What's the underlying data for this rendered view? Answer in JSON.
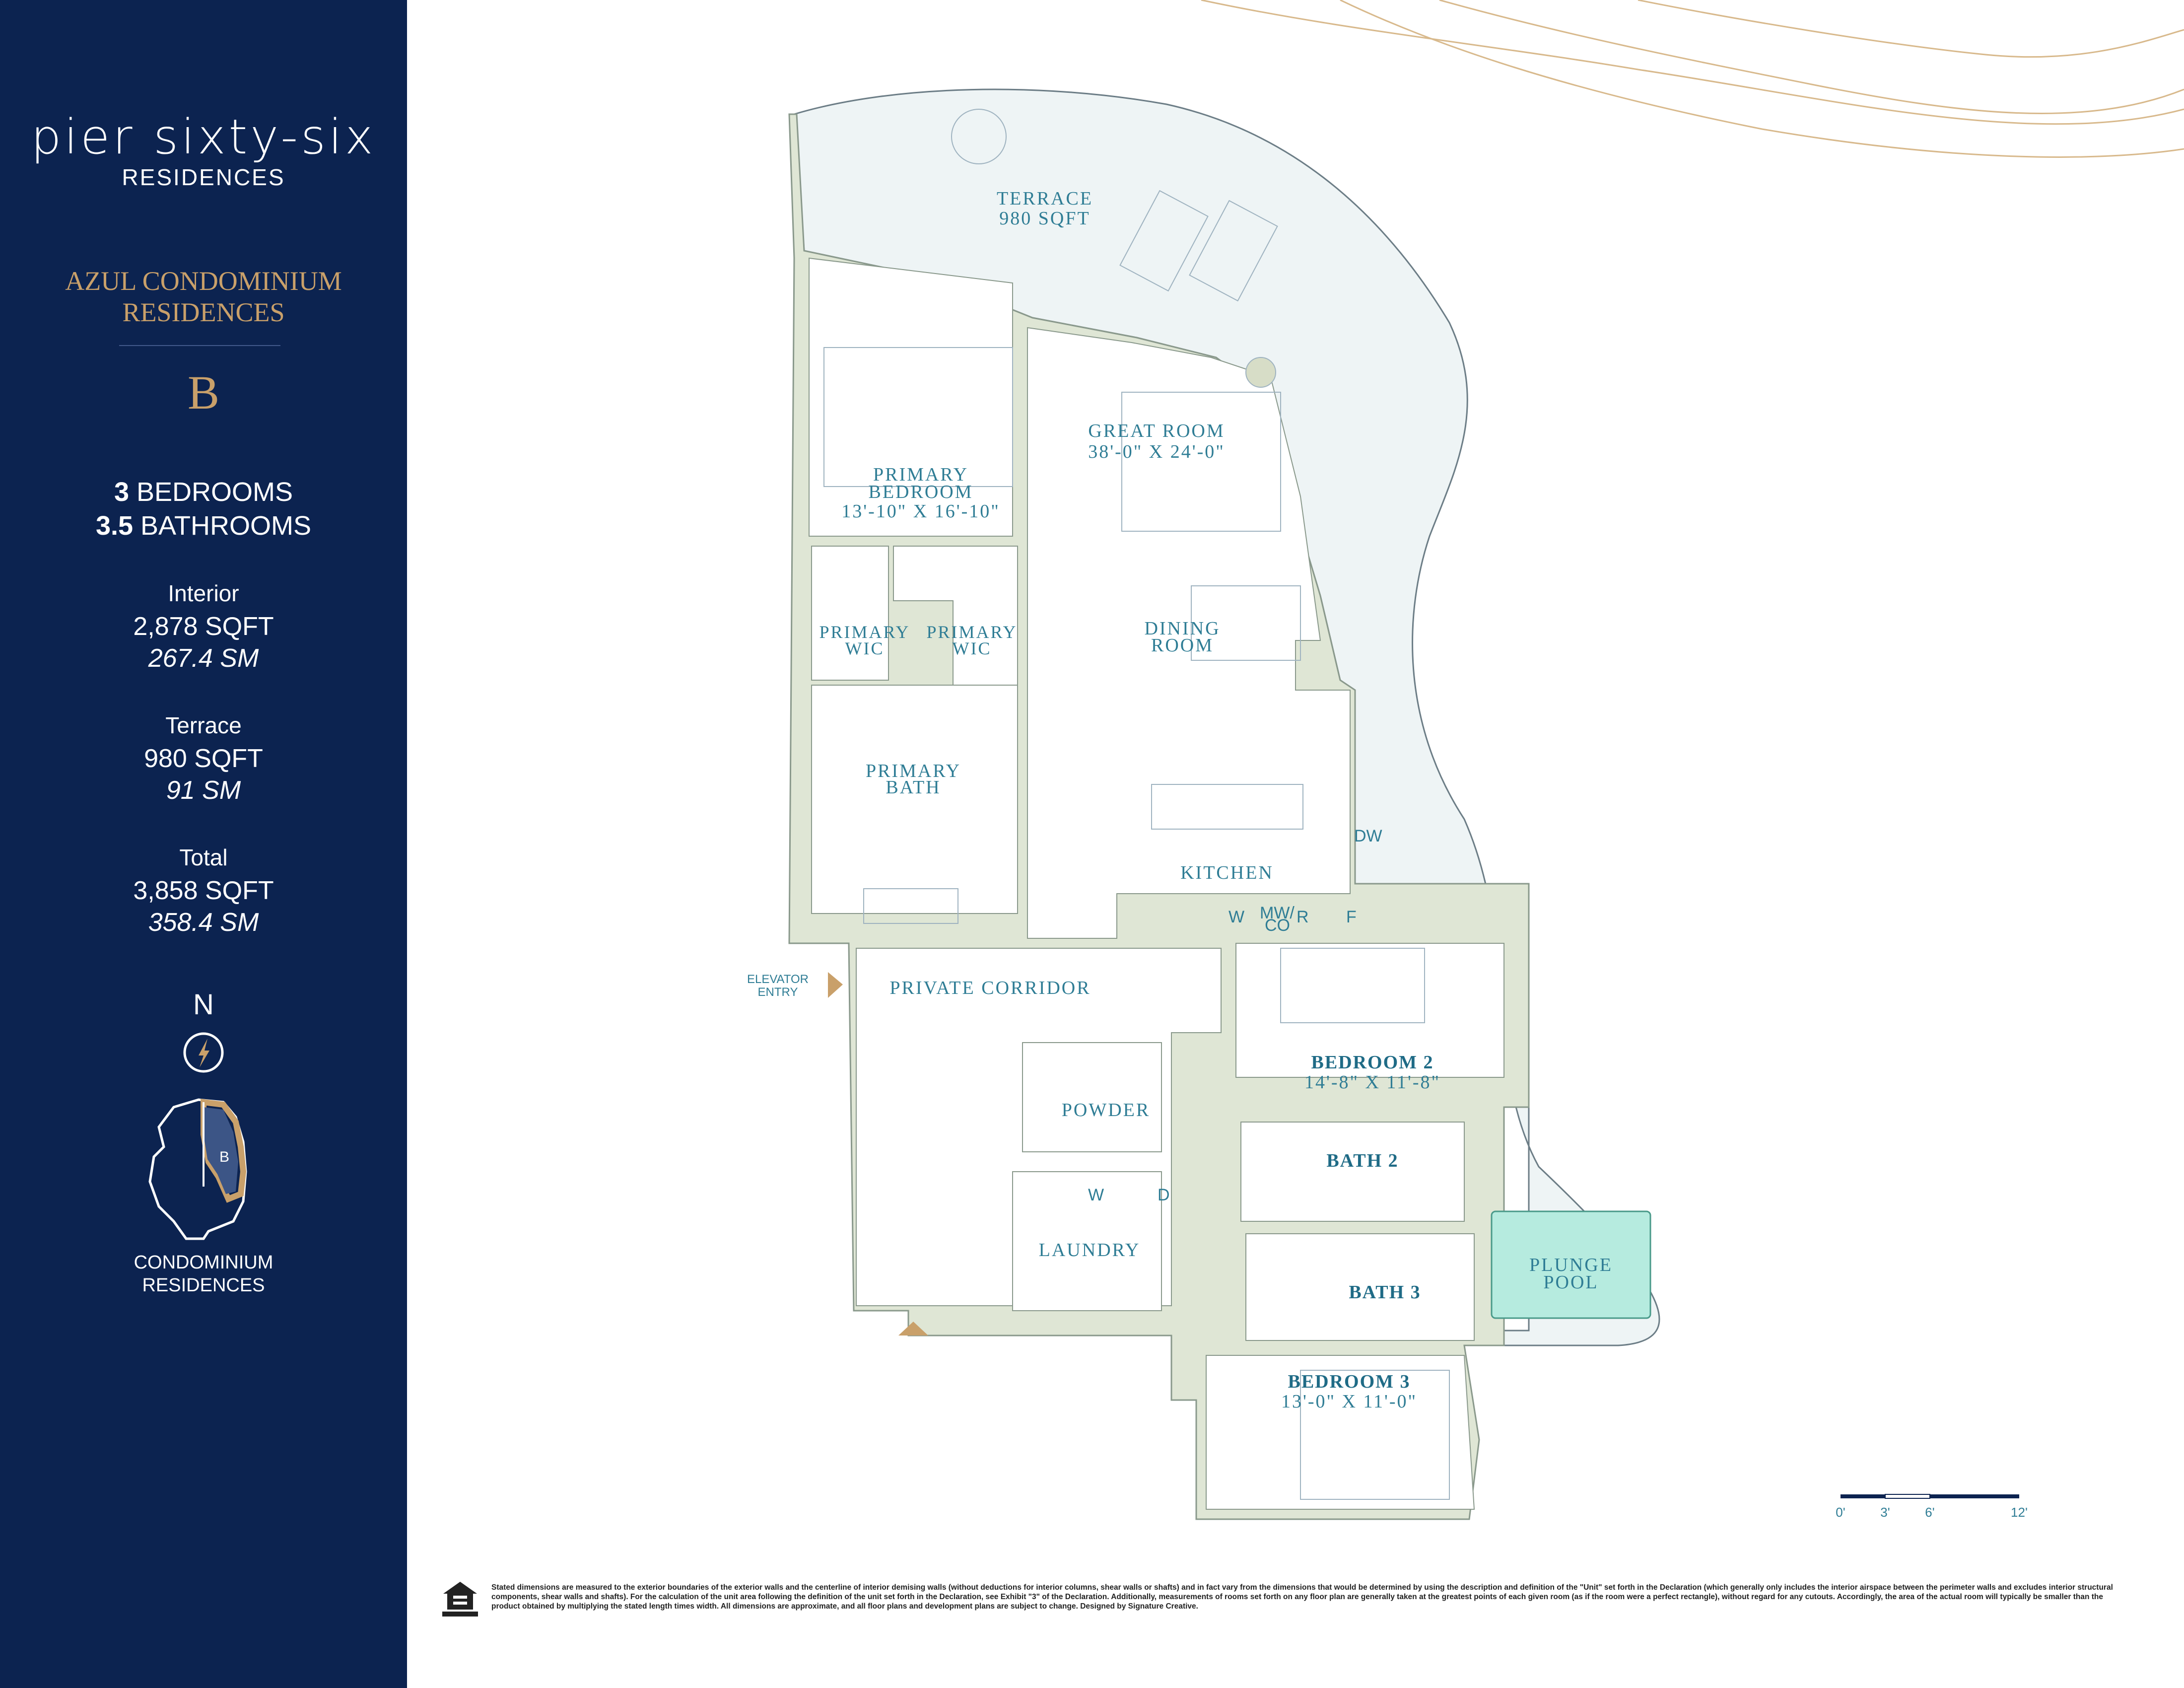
{
  "brand": {
    "logo": "pier sixty-six",
    "sub": "RESIDENCES"
  },
  "collection": {
    "line1": "AZUL CONDOMINIUM",
    "line2": "RESIDENCES"
  },
  "unit": "B",
  "specs": {
    "bedrooms_count": "3",
    "bedrooms_label": "BEDROOMS",
    "bathrooms_count": "3.5",
    "bathrooms_label": "BATHROOMS",
    "interior_label": "Interior",
    "interior_sqft": "2,878 SQFT",
    "interior_sm": "267.4 SM",
    "terrace_label": "Terrace",
    "terrace_sqft": "980 SQFT",
    "terrace_sm": "91 SM",
    "total_label": "Total",
    "total_sqft": "3,858 SQFT",
    "total_sm": "358.4 SM"
  },
  "compass": {
    "label": "N"
  },
  "keyplan": {
    "unit": "B",
    "caption1": "CONDOMINIUM",
    "caption2": "RESIDENCES"
  },
  "rooms": {
    "terrace": "TERRACE",
    "terrace_area": "980 SQFT",
    "great_room": "GREAT ROOM",
    "great_room_dim": "38'-0\" X 24'-0\"",
    "primary_bedroom_1": "PRIMARY",
    "primary_bedroom_2": "BEDROOM",
    "primary_bedroom_dim": "13'-10\" X 16'-10\"",
    "primary_wic_a_1": "PRIMARY",
    "primary_wic_a_2": "WIC",
    "primary_wic_b_1": "PRIMARY",
    "primary_wic_b_2": "WIC",
    "dining_1": "DINING",
    "dining_2": "ROOM",
    "primary_bath_1": "PRIMARY",
    "primary_bath_2": "BATH",
    "kitchen": "KITCHEN",
    "private_corridor": "PRIVATE CORRIDOR",
    "elevator_1": "ELEVATOR",
    "elevator_2": "ENTRY",
    "powder": "POWDER",
    "laundry": "LAUNDRY",
    "bedroom2": "BEDROOM 2",
    "bedroom2_dim": "14'-8\" X 11'-8\"",
    "bath2": "BATH 2",
    "bath3": "BATH 3",
    "bedroom3": "BEDROOM 3",
    "bedroom3_dim": "13'-0\" X 11'-0\"",
    "plunge_1": "PLUNGE",
    "plunge_2": "POOL"
  },
  "appliances": {
    "dw": "DW",
    "w": "W",
    "mw": "MW/",
    "co": "CO",
    "r": "R",
    "f": "F",
    "lw": "W",
    "ld": "D"
  },
  "scale": {
    "t0": "0'",
    "t3": "3'",
    "t6": "6'",
    "t12": "12'"
  },
  "disclaimer": "Stated dimensions are measured to the exterior boundaries of the exterior walls and the centerline of interior demising walls (without deductions for interior columns, shear walls or shafts) and in fact vary from the dimensions that would be determined by using the description and definition of the \"Unit\" set forth in the Declaration (which generally only includes the interior airspace between the perimeter walls and excludes interior structural components, shear walls and shafts). For the calculation of the unit area following the definition of the unit set forth in the Declaration, see Exhibit \"3\" of the Declaration. Additionally, measurements of rooms set forth on any floor plan are generally taken at the greatest points of each given room (as if the room were a perfect rectangle), without regard for any cutouts. Accordingly, the area of the actual room will typically be smaller than the product obtained by multiplying the stated length times width. All dimensions are approximate, and all floor plans and development plans are subject to change. Designed by Signature Creative.",
  "colors": {
    "navy": "#0c2350",
    "gold": "#c9a06a",
    "room_text": "#2f7d95",
    "wall": "#dfe6d5",
    "terrace": "#eef4f5",
    "pool": "#b6ebdf"
  }
}
